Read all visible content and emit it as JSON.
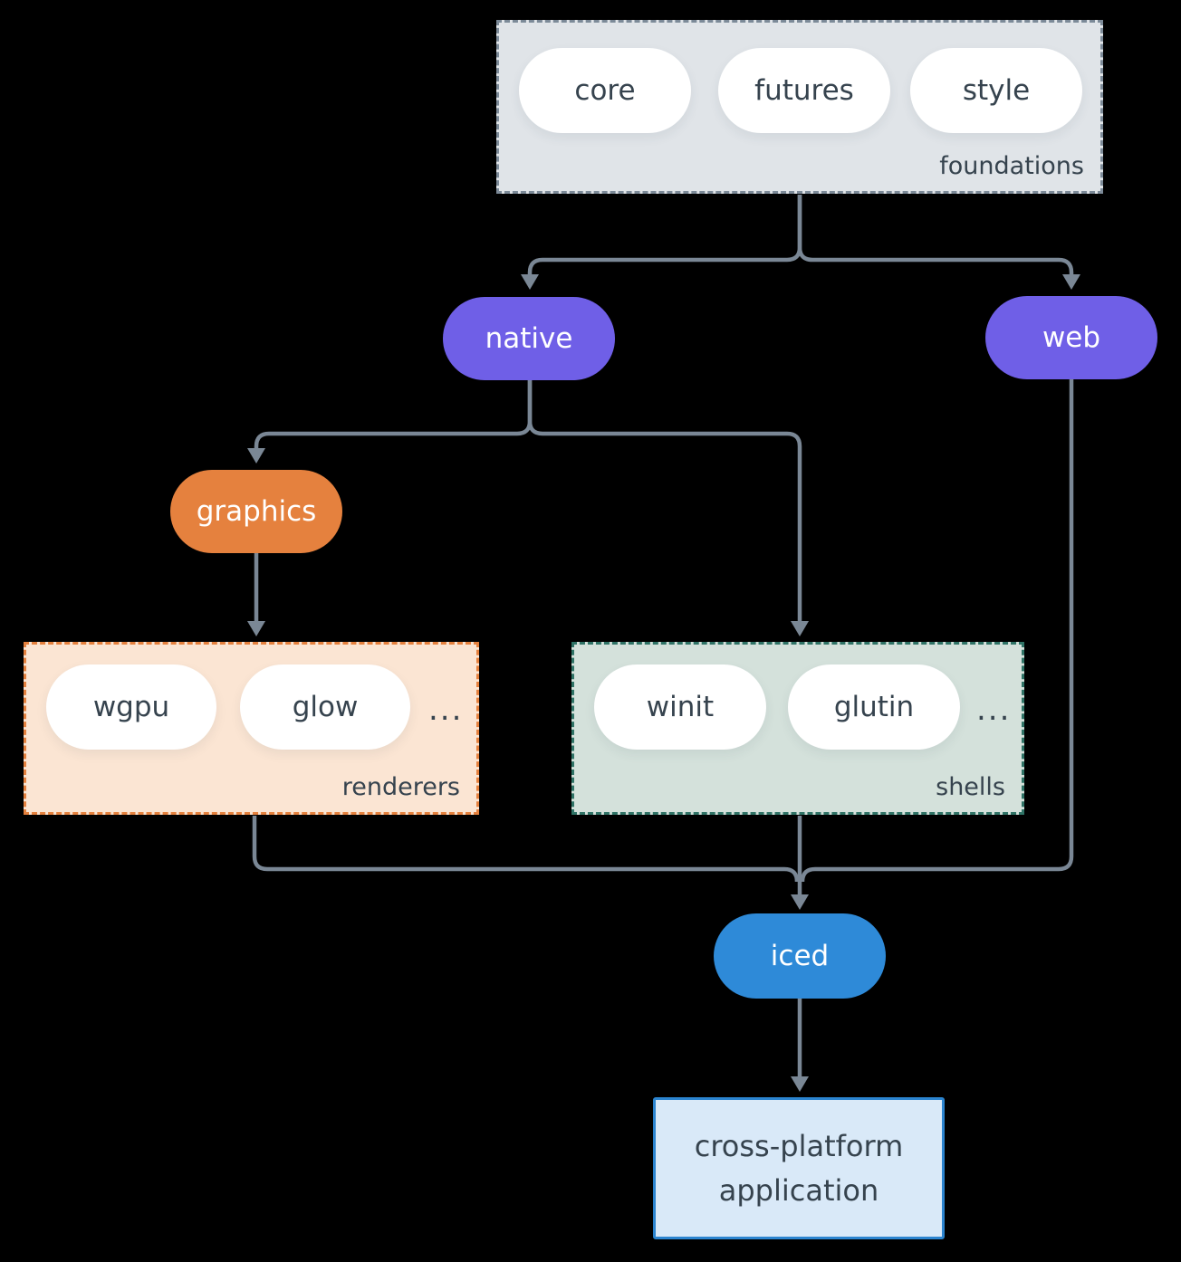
{
  "colors": {
    "background": "#000000",
    "edge": "#7a8795",
    "node_text": "#36434e",
    "pill_white": "#ffffff",
    "purple": "#6f5fe7",
    "orange": "#e5813e",
    "orange_group_fill": "#fbe5d3",
    "teal_border": "#2f7366",
    "teal_group_fill": "#d4e1db",
    "blue": "#2e8ad8",
    "blue_box_fill": "#d9e9f8",
    "blue_box_border": "#2b84cf",
    "gray_group_fill": "#e0e4e8",
    "gray_group_border": "#7c8a98"
  },
  "foundations": {
    "label": "foundations",
    "pills": [
      "core",
      "futures",
      "style"
    ]
  },
  "nodes": {
    "native": "native",
    "web": "web",
    "graphics": "graphics",
    "iced": "iced"
  },
  "renderers": {
    "label": "renderers",
    "pills": [
      "wgpu",
      "glow"
    ],
    "more": "..."
  },
  "shells": {
    "label": "shells",
    "pills": [
      "winit",
      "glutin"
    ],
    "more": "..."
  },
  "app": {
    "line1": "cross-platform",
    "line2": "application"
  }
}
